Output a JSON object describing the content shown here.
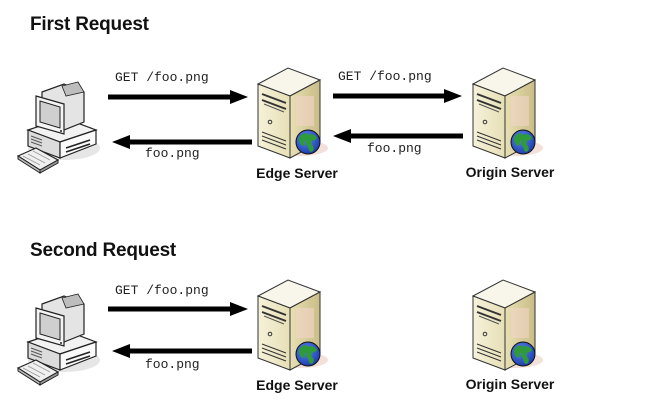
{
  "sections": [
    {
      "title": "First Request",
      "nodes": {
        "client": {
          "icon": "computer-icon"
        },
        "edge": {
          "label": "Edge Server",
          "icon": "server-icon"
        },
        "origin": {
          "label": "Origin Server",
          "icon": "server-icon"
        }
      },
      "messages": [
        {
          "from": "client",
          "to": "edge",
          "label": "GET /foo.png"
        },
        {
          "from": "edge",
          "to": "client",
          "label": "foo.png"
        },
        {
          "from": "edge",
          "to": "origin",
          "label": "GET /foo.png"
        },
        {
          "from": "origin",
          "to": "edge",
          "label": "foo.png"
        }
      ]
    },
    {
      "title": "Second Request",
      "nodes": {
        "client": {
          "icon": "computer-icon"
        },
        "edge": {
          "label": "Edge Server",
          "icon": "server-icon"
        },
        "origin": {
          "label": "Origin Server",
          "icon": "server-icon"
        }
      },
      "messages": [
        {
          "from": "client",
          "to": "edge",
          "label": "GET /foo.png"
        },
        {
          "from": "edge",
          "to": "client",
          "label": "foo.png"
        }
      ]
    }
  ],
  "colors": {
    "arrow": "#000000",
    "server_front": "#efe9c8",
    "server_side": "#d6cc98",
    "globe_ocean": "#2a50c8",
    "globe_land": "#2e9a3a"
  }
}
